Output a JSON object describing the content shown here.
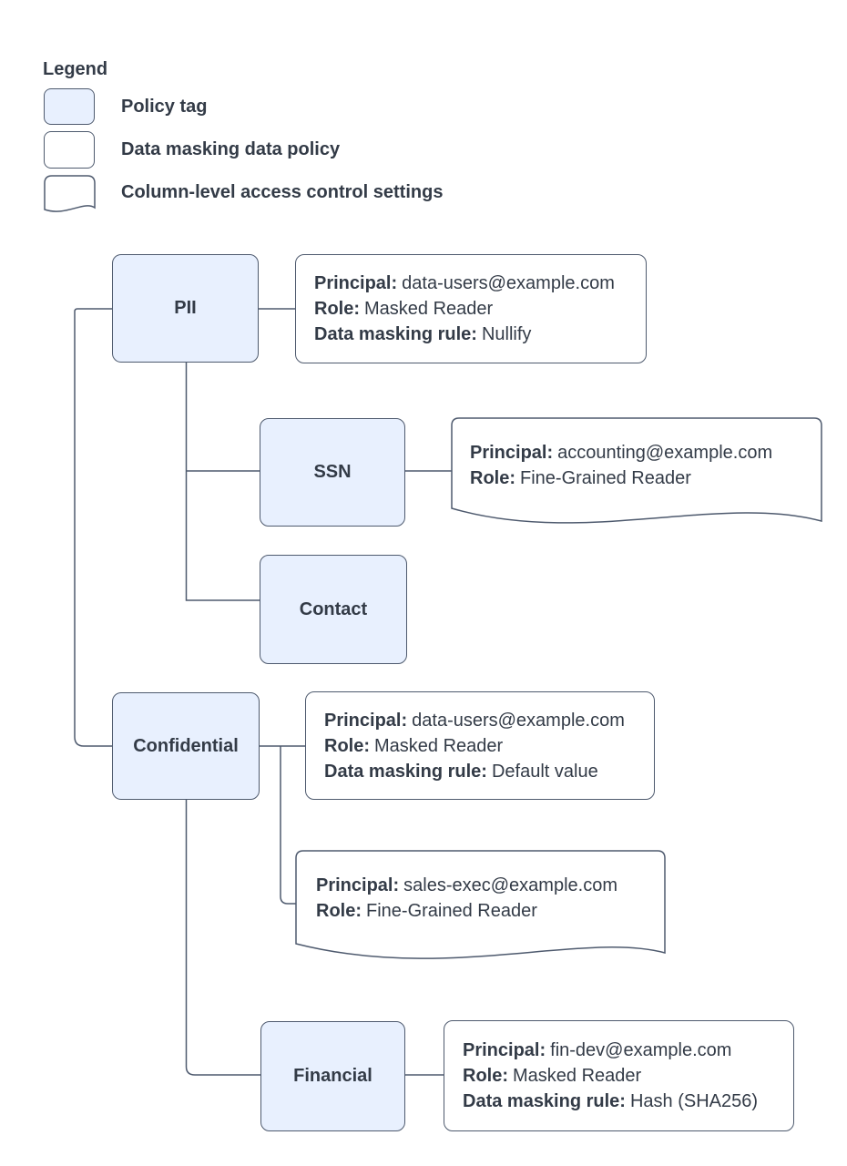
{
  "legend": {
    "title": "Legend",
    "items": [
      {
        "swatch": "policy-tag-swatch",
        "label": "Policy tag"
      },
      {
        "swatch": "data-policy-swatch",
        "label": "Data masking data policy"
      },
      {
        "swatch": "access-control-doc-swatch",
        "label": "Column-level access control settings"
      }
    ]
  },
  "colors": {
    "policy_tag_fill": "#e8f0fe",
    "stroke": "#4e5a6e",
    "text": "#333b47",
    "background": "#ffffff"
  },
  "tags": {
    "pii": "PII",
    "ssn": "SSN",
    "contact": "Contact",
    "confidential": "Confidential",
    "financial": "Financial"
  },
  "policies": {
    "pii": [
      {
        "label": "Principal:",
        "value": "data-users@example.com"
      },
      {
        "label": "Role:",
        "value": "Masked Reader"
      },
      {
        "label": "Data masking rule:",
        "value": "Nullify"
      }
    ],
    "ssn": [
      {
        "label": "Principal:",
        "value": "accounting@example.com"
      },
      {
        "label": "Role:",
        "value": "Fine-Grained Reader"
      }
    ],
    "confidential": [
      {
        "label": "Principal:",
        "value": "data-users@example.com"
      },
      {
        "label": "Role:",
        "value": "Masked Reader"
      },
      {
        "label": "Data masking rule:",
        "value": "Default value"
      }
    ],
    "sales_exec": [
      {
        "label": "Principal:",
        "value": "sales-exec@example.com"
      },
      {
        "label": "Role:",
        "value": "Fine-Grained Reader"
      }
    ],
    "financial": [
      {
        "label": "Principal:",
        "value": "fin-dev@example.com"
      },
      {
        "label": "Role:",
        "value": "Masked Reader"
      },
      {
        "label": "Data masking rule:",
        "value": "Hash (SHA256)"
      }
    ]
  }
}
